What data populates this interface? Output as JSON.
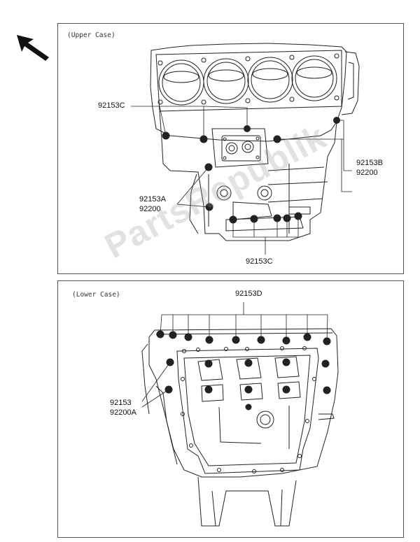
{
  "upper_case": {
    "title": "(Upper Case)",
    "labels": {
      "c_top": "92153C",
      "b": "92153B",
      "b_2": "92200",
      "a": "92153A",
      "a_2": "92200",
      "c_bottom": "92153C"
    }
  },
  "lower_case": {
    "title": "(Lower Case)",
    "labels": {
      "d": "92153D",
      "plain": "92153",
      "plain_2": "92200A"
    }
  },
  "watermark": "PartsRepublik",
  "colors": {
    "line": "#222222",
    "frame": "#555555"
  },
  "icons": {
    "direction": "arrow-up-left-icon"
  }
}
